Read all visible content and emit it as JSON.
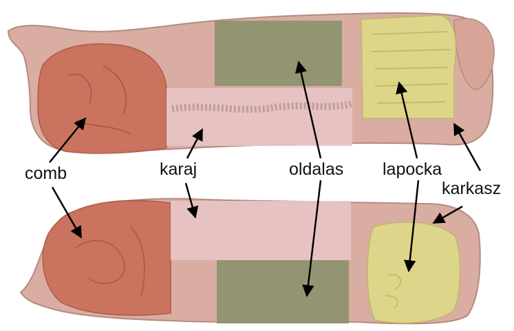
{
  "labels": {
    "comb": "comb",
    "karaj": "karaj",
    "oldalas": "oldalas",
    "lapocka": "lapocka",
    "karkasz": "karkasz"
  },
  "colors": {
    "carcass": "#d9ada1",
    "carcass_edge": "#b58a80",
    "comb": "#c96f5a",
    "karaj": "#e7c4c4",
    "oldalas": "#8f9470",
    "lapocka": "#ddd68a",
    "arrow": "#000000"
  }
}
